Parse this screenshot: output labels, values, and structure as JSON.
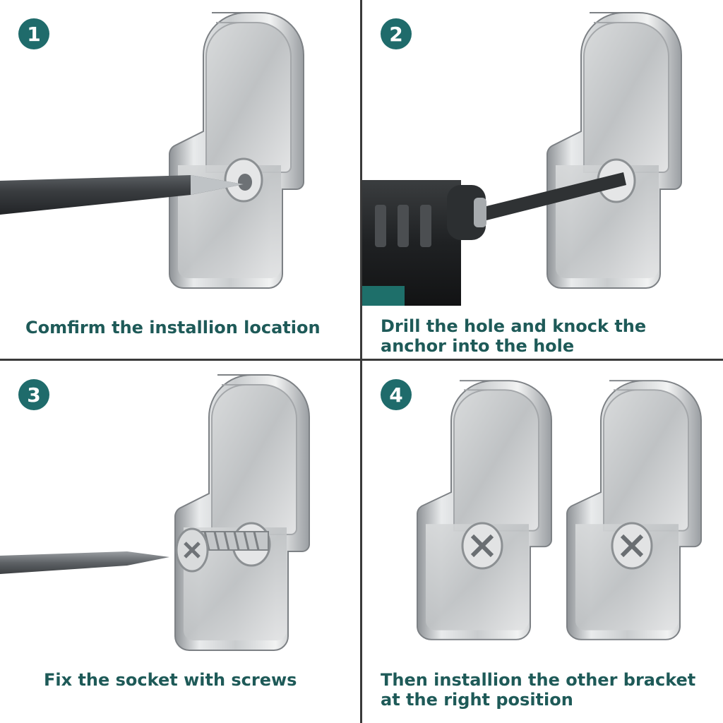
{
  "steps": [
    {
      "number": "1",
      "caption": "Comfirm the installion location"
    },
    {
      "number": "2",
      "caption": "Drill the hole and knock the anchor into the hole"
    },
    {
      "number": "3",
      "caption": "Fix the socket with screws"
    },
    {
      "number": "4",
      "caption": "Then installion the other bracket at the right position"
    }
  ],
  "colors": {
    "accent": "#1f6b6b",
    "caption": "#1e5a58",
    "divider": "#3a3a3a"
  }
}
